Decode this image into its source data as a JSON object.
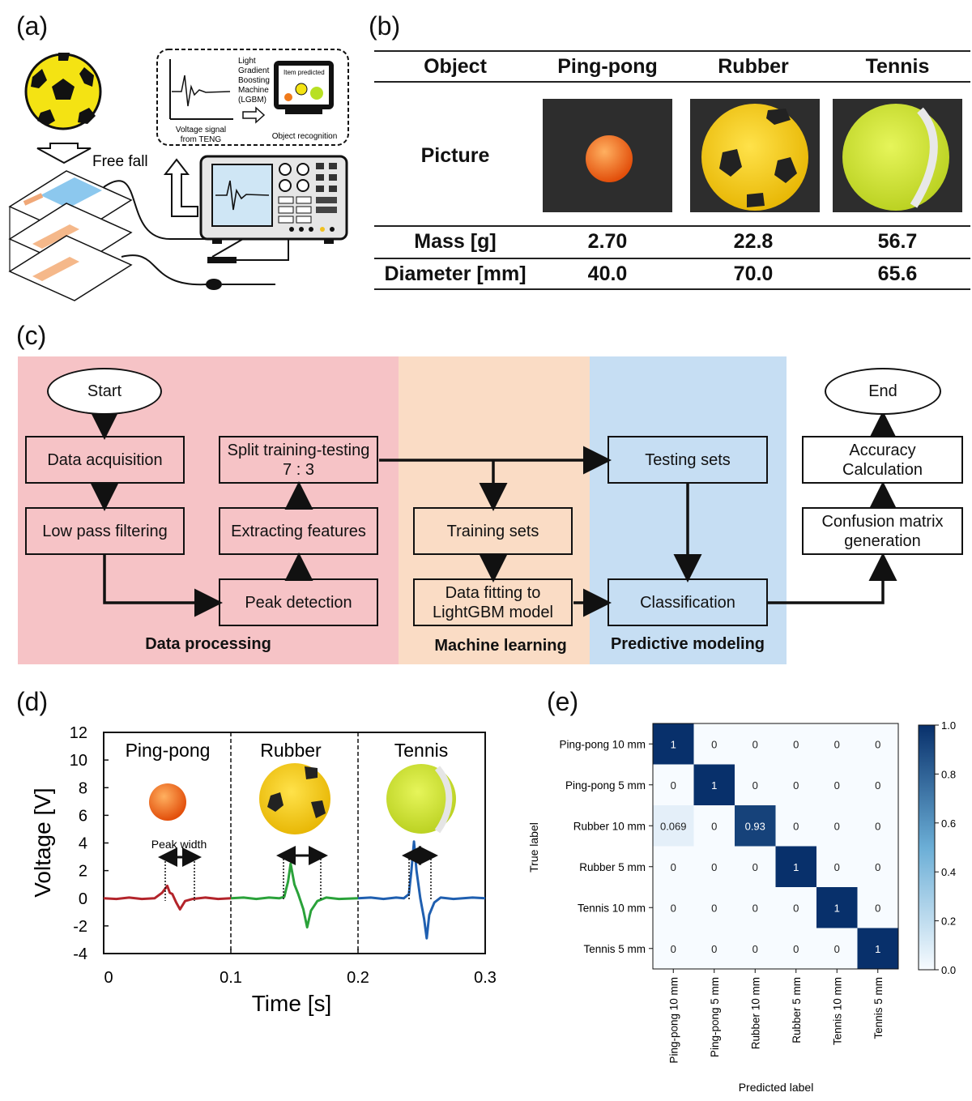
{
  "panels": {
    "a": "(a)",
    "b": "(b)",
    "c": "(c)",
    "d": "(d)",
    "e": "(e)"
  },
  "schematic": {
    "free_fall": "Free fall",
    "model_lines": [
      "Light",
      "Gradient",
      "Boosting",
      "Machine",
      "(LGBM)"
    ],
    "voltage_lines": [
      "Voltage signal",
      "from TENG"
    ],
    "item_predicted": "Item predicted",
    "object_recognition": "Object recognition"
  },
  "table": {
    "headers": [
      "Object",
      "Ping-pong",
      "Rubber",
      "Tennis"
    ],
    "picture_label": "Picture",
    "rows": [
      {
        "label": "Mass [g]",
        "values": [
          "2.70",
          "22.8",
          "56.7"
        ]
      },
      {
        "label": "Diameter [mm]",
        "values": [
          "40.0",
          "70.0",
          "65.6"
        ]
      }
    ]
  },
  "flowchart": {
    "start": "Start",
    "end": "End",
    "data_acquisition": "Data acquisition",
    "low_pass": "Low pass filtering",
    "peak_detection": "Peak detection",
    "extracting": "Extracting features",
    "split": "Split training-testing\n7 : 3",
    "training_sets": "Training sets",
    "data_fitting": "Data fitting to\nLightGBM model",
    "testing_sets": "Testing sets",
    "classification": "Classification",
    "confusion": "Confusion matrix\ngeneration",
    "accuracy": "Accuracy\nCalculation",
    "zone_titles": [
      "Data processing",
      "Machine learning",
      "Predictive modeling"
    ],
    "zone_colors": [
      "#f6c3c6",
      "#fadcc5",
      "#c6def3"
    ]
  },
  "chart_data": [
    {
      "type": "line",
      "xlabel": "Time [s]",
      "ylabel": "Voltage [V]",
      "xlim": [
        0,
        0.3
      ],
      "ylim": [
        -4,
        12
      ],
      "xticks": [
        "0",
        "0.1",
        "0.2",
        "0.3"
      ],
      "yticks": [
        "12",
        "10",
        "8",
        "6",
        "4",
        "2",
        "0",
        "-2",
        "-4"
      ],
      "section_labels": [
        "Ping-pong",
        "Rubber",
        "Tennis"
      ],
      "annotation": "Peak width",
      "series": [
        {
          "color": "#b3242b",
          "x": [
            0,
            0.01,
            0.02,
            0.03,
            0.04,
            0.046,
            0.05,
            0.052,
            0.054,
            0.057,
            0.06,
            0.064,
            0.07,
            0.08,
            0.09,
            0.1
          ],
          "y": [
            0,
            -0.05,
            0.05,
            -0.05,
            0.0,
            0.4,
            0.9,
            0.4,
            0.3,
            -0.3,
            -0.8,
            -0.2,
            -0.05,
            0.05,
            -0.05,
            0
          ]
        },
        {
          "color": "#2aa23a",
          "x": [
            0.1,
            0.11,
            0.12,
            0.13,
            0.138,
            0.142,
            0.145,
            0.147,
            0.15,
            0.153,
            0.157,
            0.16,
            0.163,
            0.168,
            0.175,
            0.185,
            0.2
          ],
          "y": [
            0,
            0.05,
            -0.05,
            0.05,
            0.0,
            0.1,
            1.2,
            2.5,
            1.0,
            0.3,
            -0.8,
            -2.1,
            -0.9,
            -0.2,
            0.05,
            -0.05,
            0
          ]
        },
        {
          "color": "#1f5fb0",
          "x": [
            0.2,
            0.21,
            0.22,
            0.23,
            0.236,
            0.24,
            0.242,
            0.244,
            0.246,
            0.249,
            0.252,
            0.254,
            0.256,
            0.26,
            0.265,
            0.275,
            0.29,
            0.3
          ],
          "y": [
            0,
            0.05,
            -0.05,
            0.05,
            0.0,
            0.3,
            2.0,
            4.1,
            2.0,
            0.0,
            -1.5,
            -2.9,
            -1.2,
            -0.3,
            0.05,
            -0.05,
            0.05,
            0
          ]
        }
      ]
    },
    {
      "type": "heatmap",
      "xlabel": "Predicted label",
      "ylabel": "True label",
      "labels": [
        "Ping-pong 10 mm",
        "Ping-pong 5 mm",
        "Rubber 10 mm",
        "Rubber 5 mm",
        "Tennis 10 mm",
        "Tennis 5 mm"
      ],
      "matrix": [
        [
          1,
          0,
          0,
          0,
          0,
          0
        ],
        [
          0,
          1,
          0,
          0,
          0,
          0
        ],
        [
          0.069,
          0,
          0.93,
          0,
          0,
          0
        ],
        [
          0,
          0,
          0,
          1,
          0,
          0
        ],
        [
          0,
          0,
          0,
          0,
          1,
          0
        ],
        [
          0,
          0,
          0,
          0,
          0,
          1
        ]
      ],
      "cell_text": [
        [
          "1",
          "0",
          "0",
          "0",
          "0",
          "0"
        ],
        [
          "0",
          "1",
          "0",
          "0",
          "0",
          "0"
        ],
        [
          "0.069",
          "0",
          "0.93",
          "0",
          "0",
          "0"
        ],
        [
          "0",
          "0",
          "0",
          "1",
          "0",
          "0"
        ],
        [
          "0",
          "0",
          "0",
          "0",
          "1",
          "0"
        ],
        [
          "0",
          "0",
          "0",
          "0",
          "0",
          "1"
        ]
      ],
      "colorbar_ticks": [
        "1.0",
        "0.8",
        "0.6",
        "0.4",
        "0.2",
        "0.0"
      ],
      "colormap": [
        "#f7fbff",
        "#08306b"
      ]
    }
  ]
}
